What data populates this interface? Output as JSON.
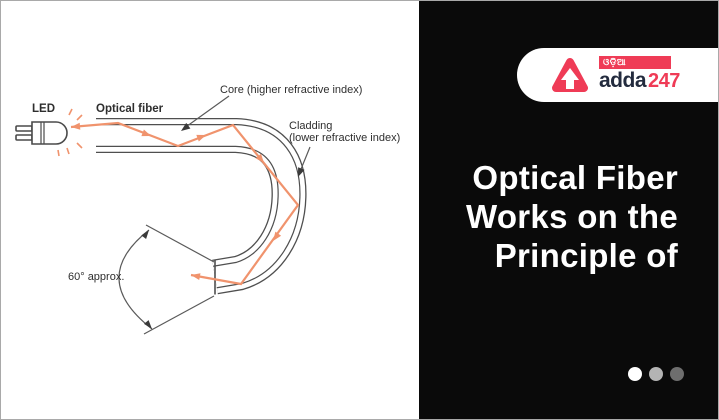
{
  "colors": {
    "ray": "#f0936d",
    "line": "#4f4f4f",
    "label": "#2e2e2e",
    "panel_bg": "#0a0a0a",
    "logo_red": "#ef3b56",
    "logo_navy": "#232b3e"
  },
  "diagram": {
    "labels": {
      "led": "LED",
      "optical_fiber": "Optical fiber",
      "core": "Core (higher refractive index)",
      "cladding_line1": "Cladding",
      "cladding_line2": "(lower refractive index)",
      "angle": "60° approx."
    }
  },
  "panel": {
    "title_lines": [
      "Optical Fiber",
      "Works on the",
      "Principle of"
    ],
    "logo": {
      "odia_text": "ଓଡ଼ିଆ",
      "brand": "adda",
      "brand_number": "247"
    },
    "pagination_dots": [
      "#ffffff",
      "#b4b4b4",
      "#6e6e6e"
    ]
  }
}
